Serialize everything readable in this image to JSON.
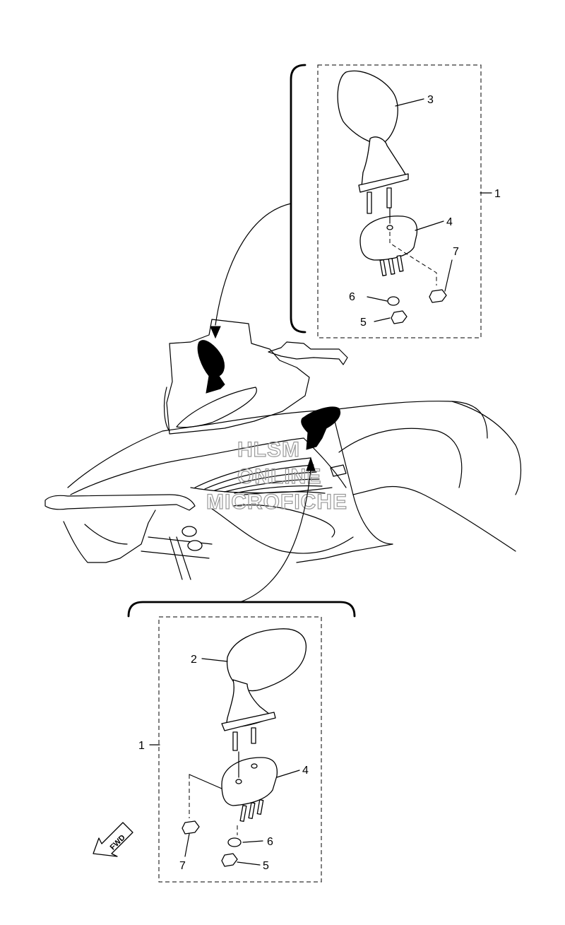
{
  "watermark": {
    "line1": "HLSM",
    "line2": "ONLINE",
    "line3": "MICROFICHE"
  },
  "fwd_label": "FWD",
  "callouts_top": {
    "c3": "3",
    "c1": "1",
    "c4": "4",
    "c7": "7",
    "c6": "6",
    "c5": "5"
  },
  "callouts_bottom": {
    "c2": "2",
    "c1": "1",
    "c4": "4",
    "c6": "6",
    "c7": "7",
    "c5": "5"
  }
}
